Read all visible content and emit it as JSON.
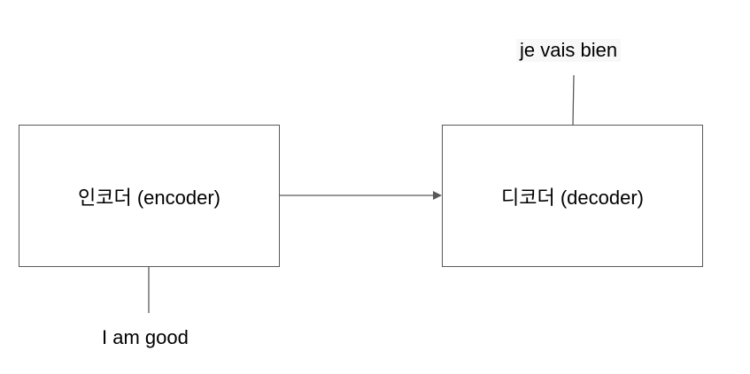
{
  "diagram": {
    "encoder": {
      "label": "인코더 (encoder)"
    },
    "decoder": {
      "label": "디코더 (decoder)"
    },
    "input": {
      "text": "I am good"
    },
    "output": {
      "text": "je vais bien"
    },
    "colors": {
      "stroke": "#595959",
      "text": "#000000",
      "background": "#ffffff",
      "output_highlight": "#f8f8f8"
    }
  }
}
